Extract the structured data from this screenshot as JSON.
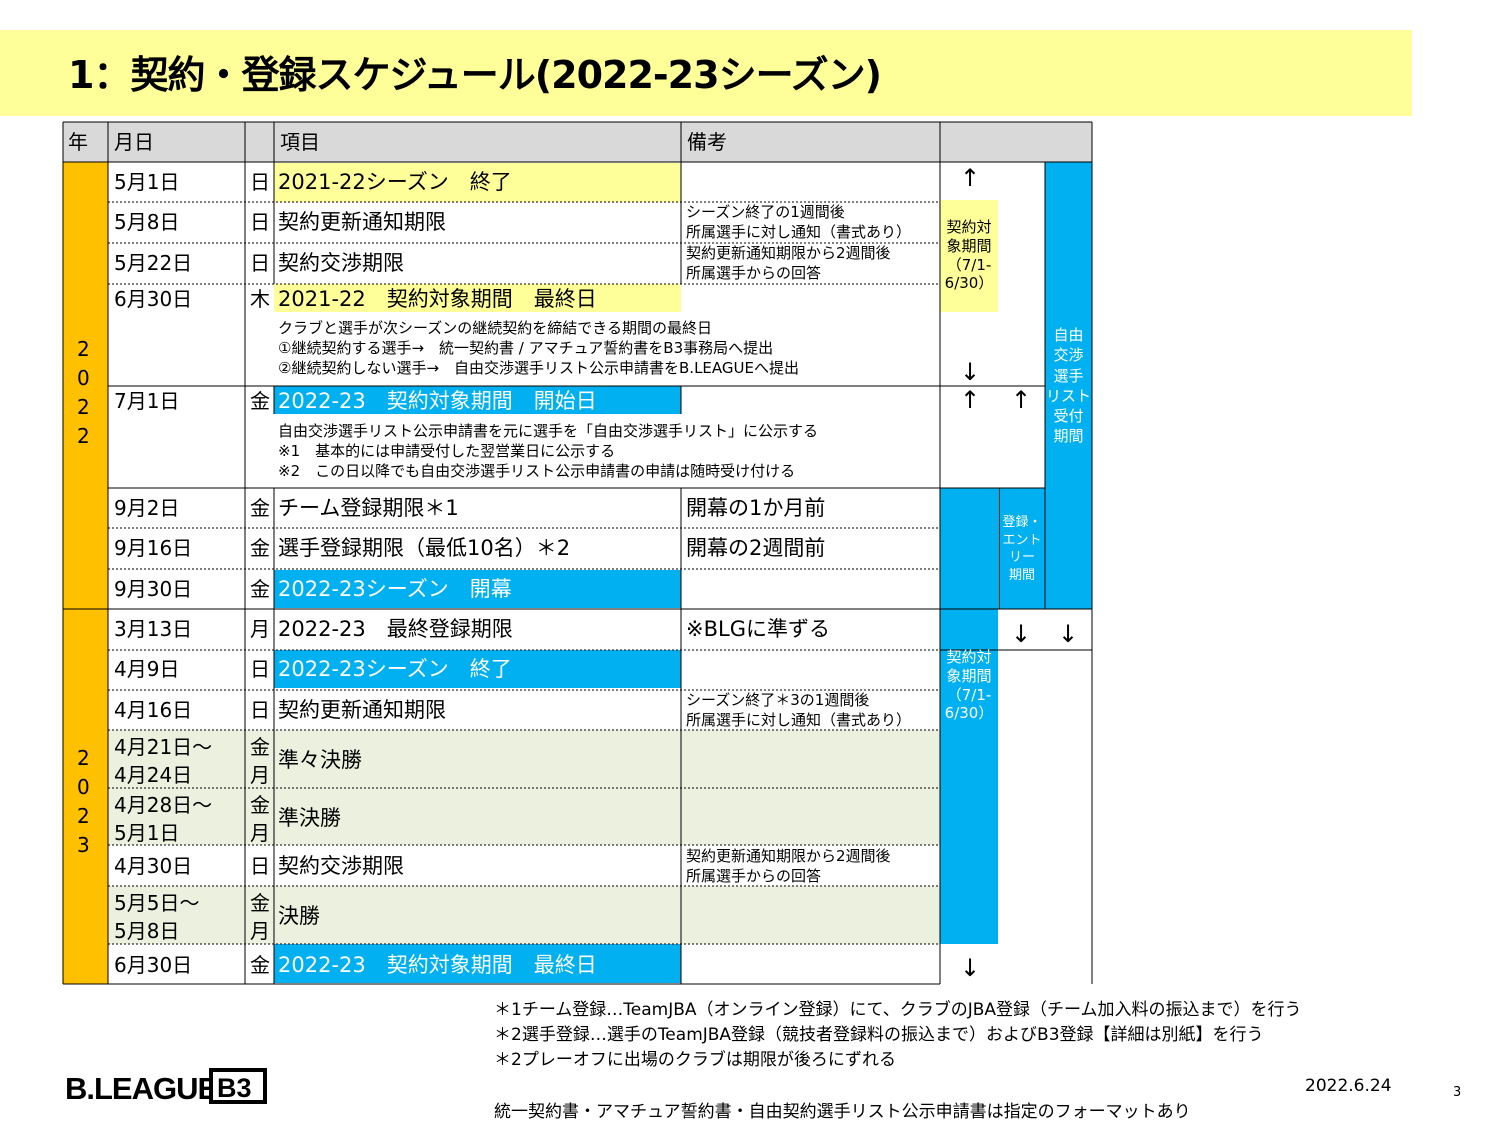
{
  "title": "1：契約・登録スケジュール(2022-23シーズン)",
  "headers": {
    "year": "年",
    "date": "月日",
    "item": "項目",
    "note": "備考"
  },
  "years": {
    "y2022": "2\n0\n2\n2",
    "y2023": "2\n0\n2\n3"
  },
  "rows": [
    {
      "date": "5月1日",
      "dow": "日",
      "item": "2021-22シーズン　終了",
      "note": ""
    },
    {
      "date": "5月8日",
      "dow": "日",
      "item": "契約更新通知期限",
      "note1": "シーズン終了の1週間後",
      "note2": "所属選手に対し通知（書式あり）"
    },
    {
      "date": "5月22日",
      "dow": "日",
      "item": "契約交渉期限",
      "note1": "契約更新通知期限から2週間後",
      "note2": "所属選手からの回答"
    },
    {
      "date": "6月30日",
      "dow": "木",
      "item": "2021-22　契約対象期間　最終日",
      "sub1": "クラブと選手が次シーズンの継続契約を締結できる期間の最終日",
      "sub2": "①継続契約する選手→　統一契約書 / アマチュア誓約書をB3事務局へ提出",
      "sub3": "②継続契約しない選手→　自由交渉選手リスト公示申請書をB.LEAGUEへ提出"
    },
    {
      "date": "7月1日",
      "dow": "金",
      "item": "2022-23　契約対象期間　開始日",
      "sub1": "自由交渉選手リスト公示申請書を元に選手を「自由交渉選手リスト」に公示する",
      "sub2": "※1　基本的には申請受付した翌営業日に公示する",
      "sub3": "※2　この日以降でも自由交渉選手リスト公示申請書の申請は随時受け付ける"
    },
    {
      "date": "9月2日",
      "dow": "金",
      "item": "チーム登録期限＊1",
      "note": "開幕の1か月前"
    },
    {
      "date": "9月16日",
      "dow": "金",
      "item": "選手登録期限（最低10名）＊2",
      "note": "開幕の2週間前"
    },
    {
      "date": "9月30日",
      "dow": "金",
      "item": "2022-23シーズン　開幕",
      "note": ""
    },
    {
      "date": "3月13日",
      "dow": "月",
      "item": "2022-23　最終登録期限",
      "note": "※BLGに準ずる"
    },
    {
      "date": "4月9日",
      "dow": "日",
      "item": "2022-23シーズン　終了",
      "note": ""
    },
    {
      "date": "4月16日",
      "dow": "日",
      "item": "契約更新通知期限",
      "note1": "シーズン終了＊3の1週間後",
      "note2": "所属選手に対し通知（書式あり）"
    },
    {
      "date1": "4月21日～",
      "date2": "4月24日",
      "dow1": "金",
      "dow2": "月",
      "item": "準々決勝"
    },
    {
      "date1": "4月28日～",
      "date2": "5月1日",
      "dow1": "金",
      "dow2": "月",
      "item": "準決勝"
    },
    {
      "date": "4月30日",
      "dow": "日",
      "item": "契約交渉期限",
      "note1": "契約更新通知期限から2週間後",
      "note2": "所属選手からの回答"
    },
    {
      "date1": "5月5日～",
      "date2": "5月8日",
      "dow1": "金",
      "dow2": "月",
      "item": "決勝"
    },
    {
      "date": "6月30日",
      "dow": "金",
      "item": "2022-23　契約対象期間　最終日",
      "note": ""
    }
  ],
  "bars": {
    "contract1": "契約対\n象期間\n（7/1-\n6/30）",
    "free": "自由\n交渉\n選手\nリスト\n受付\n期間",
    "entry": "登録・\nエント\nリー\n期間",
    "contract2": "契約対\n象期間\n（7/1-\n6/30）"
  },
  "arrows": {
    "up": "↑",
    "down": "↓"
  },
  "footnotes": [
    "＊1チーム登録…TeamJBA（オンライン登録）にて、クラブのJBA登録（チーム加入料の振込まで）を行う",
    "＊2選手登録…選手のTeamJBA登録（競技者登録料の振込まで）およびB3登録【詳細は別紙】を行う",
    "＊2プレーオフに出場のクラブは期限が後ろにずれる"
  ],
  "bottom_note": "統一契約書・アマチュア誓約書・自由契約選手リスト公示申請書は指定のフォーマットあり",
  "date_stamp": "2022.6.24",
  "page_number": "3",
  "logo_text": "B.LEAGUE B3",
  "colors": {
    "yellow": "#ffff99",
    "blue": "#00b0f0",
    "orange": "#ffc000",
    "green": "#ebf1de",
    "header_gray": "#d9d9d9"
  }
}
